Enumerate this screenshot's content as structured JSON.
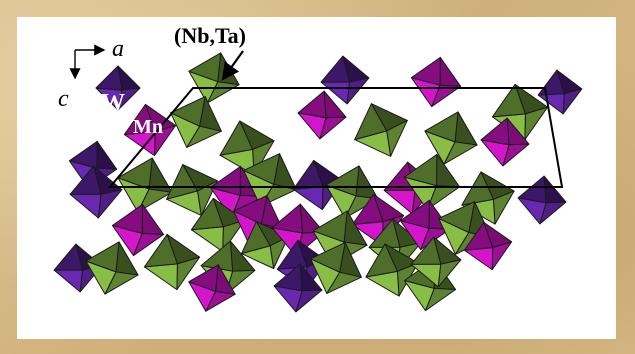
{
  "labels": {
    "nbta": "(Nb,Ta)",
    "w": "W",
    "mn": "Mn",
    "axis_a": "a",
    "axis_c": "c"
  },
  "colors": {
    "background": "#d8bd8a",
    "w_octahedra": "#7a2fd0",
    "mn_octahedra": "#e016d6",
    "nbta_octahedra": "#8fc84a"
  }
}
